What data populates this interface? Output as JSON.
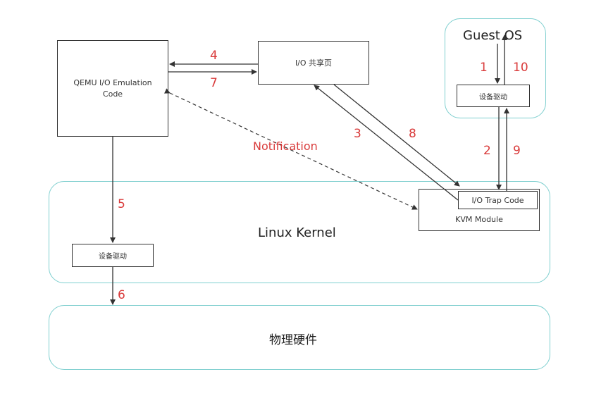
{
  "containers": {
    "guest_os": "Guest OS",
    "linux_kernel": "Linux Kernel",
    "hardware": "物理硬件"
  },
  "boxes": {
    "qemu": "QEMU I/O Emulation Code",
    "shared_page": "I/O 共享页",
    "guest_driver": "设备驱动",
    "io_trap": "I/O Trap Code",
    "kvm_module": "KVM Module",
    "kernel_driver": "设备驱动"
  },
  "labels": {
    "notification": "Notification",
    "n1": "1",
    "n2": "2",
    "n3": "3",
    "n4": "4",
    "n5": "5",
    "n6": "6",
    "n7": "7",
    "n8": "8",
    "n9": "9",
    "n10": "10"
  },
  "colors": {
    "container_border": "#7ecfcf",
    "step_number": "#d93a3a",
    "arrow": "#333333"
  }
}
